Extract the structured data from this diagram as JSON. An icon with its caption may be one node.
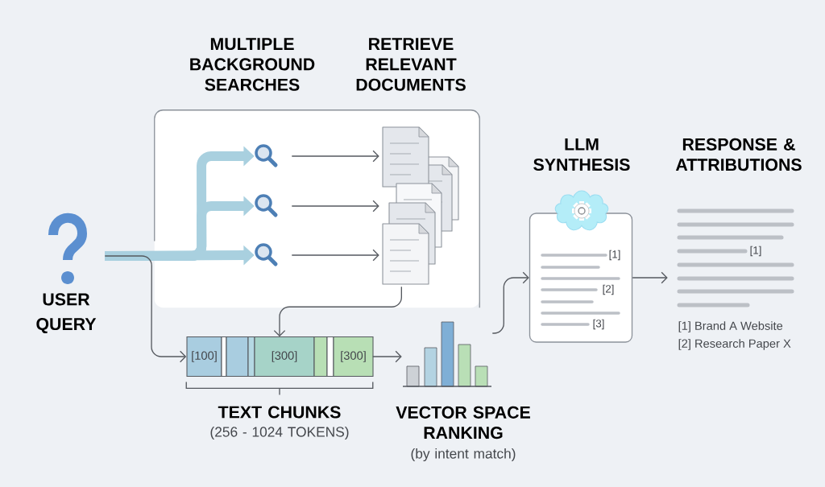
{
  "diagram": {
    "nodes": [
      {
        "text": [
          "USER QUERY"
        ]
      },
      {
        "text": [],
        "shape": "box"
      },
      {
        "text": [],
        "shape": "magnifier",
        "in": 1
      },
      {
        "text": [],
        "shape": "magnifier",
        "in": 1
      },
      {
        "text": [],
        "shape": "magnifier",
        "in": 1
      },
      {
        "text": [],
        "shape": "picture",
        "in": 1
      },
      {
        "text": [
          "[100]",
          "[300]",
          "[300]"
        ],
        "beside": [
          "TEXT CHUNKS",
          "(256 - 1024 TOKENS)"
        ]
      },
      {
        "text": [],
        "shape": "picture",
        "beside": [
          "VECTOR SPACE RANKING",
          "(by intent match)"
        ]
      },
      {
        "text": [
          "[1]",
          "[2]",
          "[3]"
        ],
        "beside": [
          "LLM SYNTHESIS"
        ]
      },
      {
        "text": [
          "[1]",
          "[1] Brand A Website",
          "[2] Research Paper X"
        ],
        "beside": [
          "RESPONSE & ATTRIBUTIONS"
        ]
      }
    ],
    "edges": [
      {
        "from": 0,
        "to": 2,
        "arrow": "to",
        "style": "thick",
        "color": "#a9d0df"
      },
      {
        "from": 0,
        "to": 3,
        "arrow": "to",
        "style": "thick",
        "color": "#a9d0df"
      },
      {
        "from": 0,
        "to": 4,
        "arrow": "to",
        "style": "thick",
        "color": "#a9d0df"
      },
      {
        "from": 0,
        "to": 6,
        "arrow": "to"
      },
      {
        "from": 2,
        "to": 5,
        "arrow": "to"
      },
      {
        "from": 3,
        "to": 5,
        "arrow": "to"
      },
      {
        "from": 4,
        "to": 5,
        "arrow": "to"
      },
      {
        "from": 5,
        "to": 6,
        "arrow": "to"
      },
      {
        "from": 6,
        "to": 7,
        "arrow": "to"
      },
      {
        "from": 7,
        "to": 8,
        "arrow": "to"
      },
      {
        "from": 8,
        "to": 9,
        "arrow": "to"
      }
    ],
    "labels": [
      "MULTIPLE BACKGROUND SEARCHES",
      "RETRIEVE RELEVANT DOCUMENTS"
    ]
  }
}
